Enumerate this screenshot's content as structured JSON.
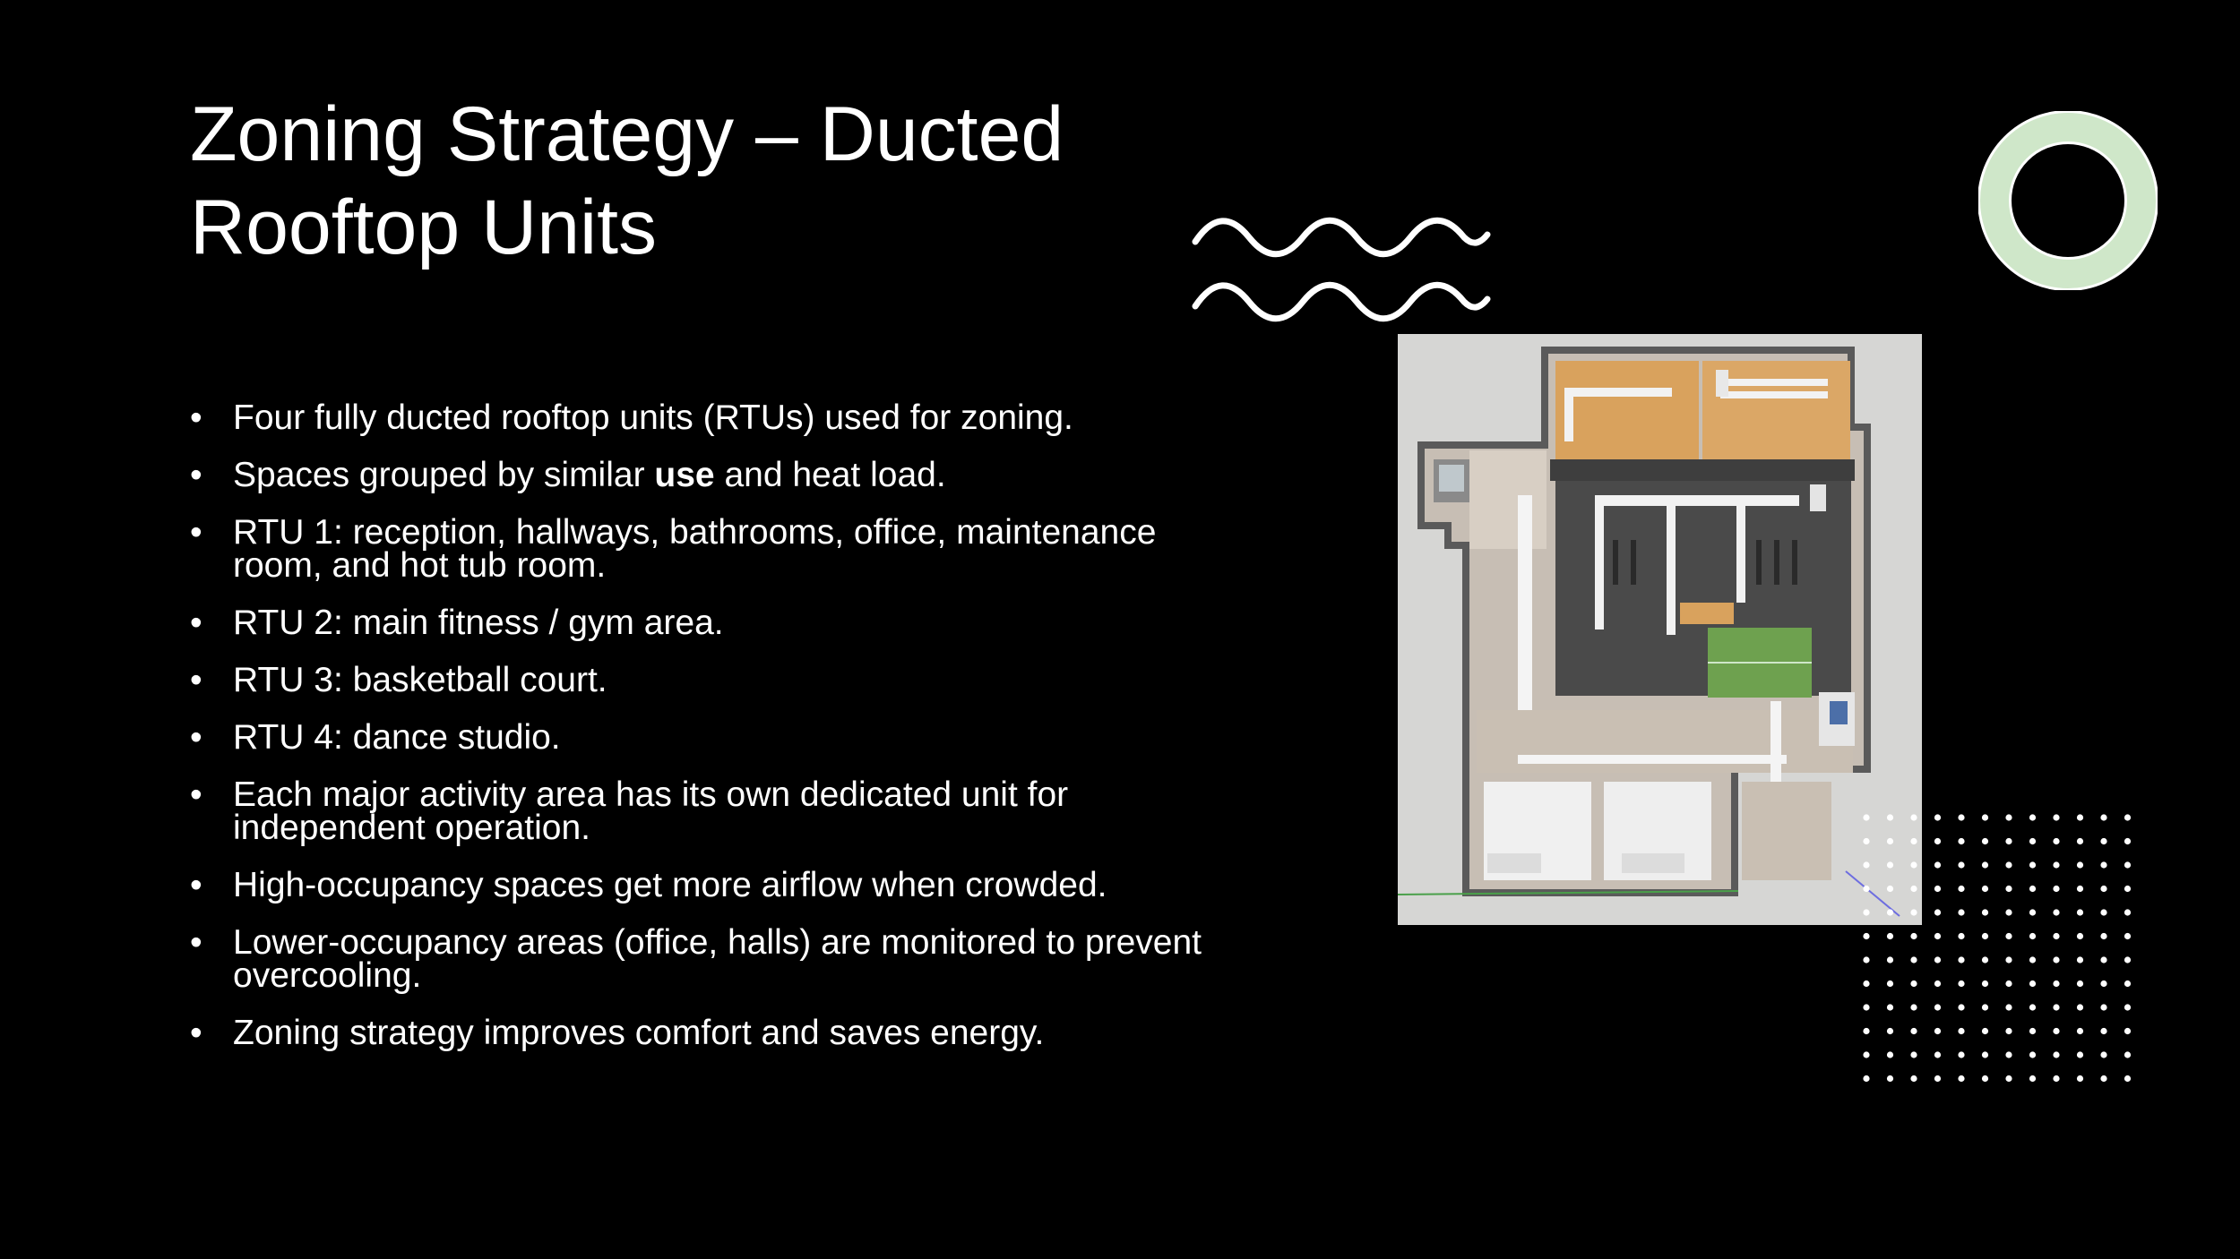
{
  "slide": {
    "title_line1": "Zoning Strategy – Ducted",
    "title_line2": "Rooftop Units",
    "bullets": [
      {
        "pre": "Four fully ducted rooftop units (RTUs) used for zoning.",
        "bold": "",
        "post": ""
      },
      {
        "pre": "Spaces grouped by similar ",
        "bold": "use",
        "post": " and heat load."
      },
      {
        "pre": "RTU 1: reception, hallways, bathrooms, office, maintenance room, and hot tub room.",
        "bold": "",
        "post": ""
      },
      {
        "pre": "RTU 2: main fitness / gym area.",
        "bold": "",
        "post": ""
      },
      {
        "pre": "RTU 3: basketball court.",
        "bold": "",
        "post": ""
      },
      {
        "pre": "RTU 4: dance studio.",
        "bold": "",
        "post": ""
      },
      {
        "pre": "Each major activity area has its own dedicated unit for independent operation.",
        "bold": "",
        "post": ""
      },
      {
        "pre": "High-occupancy spaces get more airflow when crowded.",
        "bold": "",
        "post": ""
      },
      {
        "pre": "Lower-occupancy areas (office, halls) are monitored to prevent overcooling.",
        "bold": "",
        "post": ""
      },
      {
        "pre": "Zoning strategy improves comfort and saves energy.",
        "bold": "",
        "post": ""
      }
    ]
  },
  "colors": {
    "background": "#000000",
    "text": "#ffffff",
    "ring": "#cfe7c9",
    "court": "#6ea14f",
    "wood": "#d9a25d",
    "floor_dark": "#4a4a4a"
  },
  "decor": {
    "wave_icon": "wave-icon",
    "ring_icon": "ring-icon",
    "dots_icon": "dot-grid-icon"
  }
}
